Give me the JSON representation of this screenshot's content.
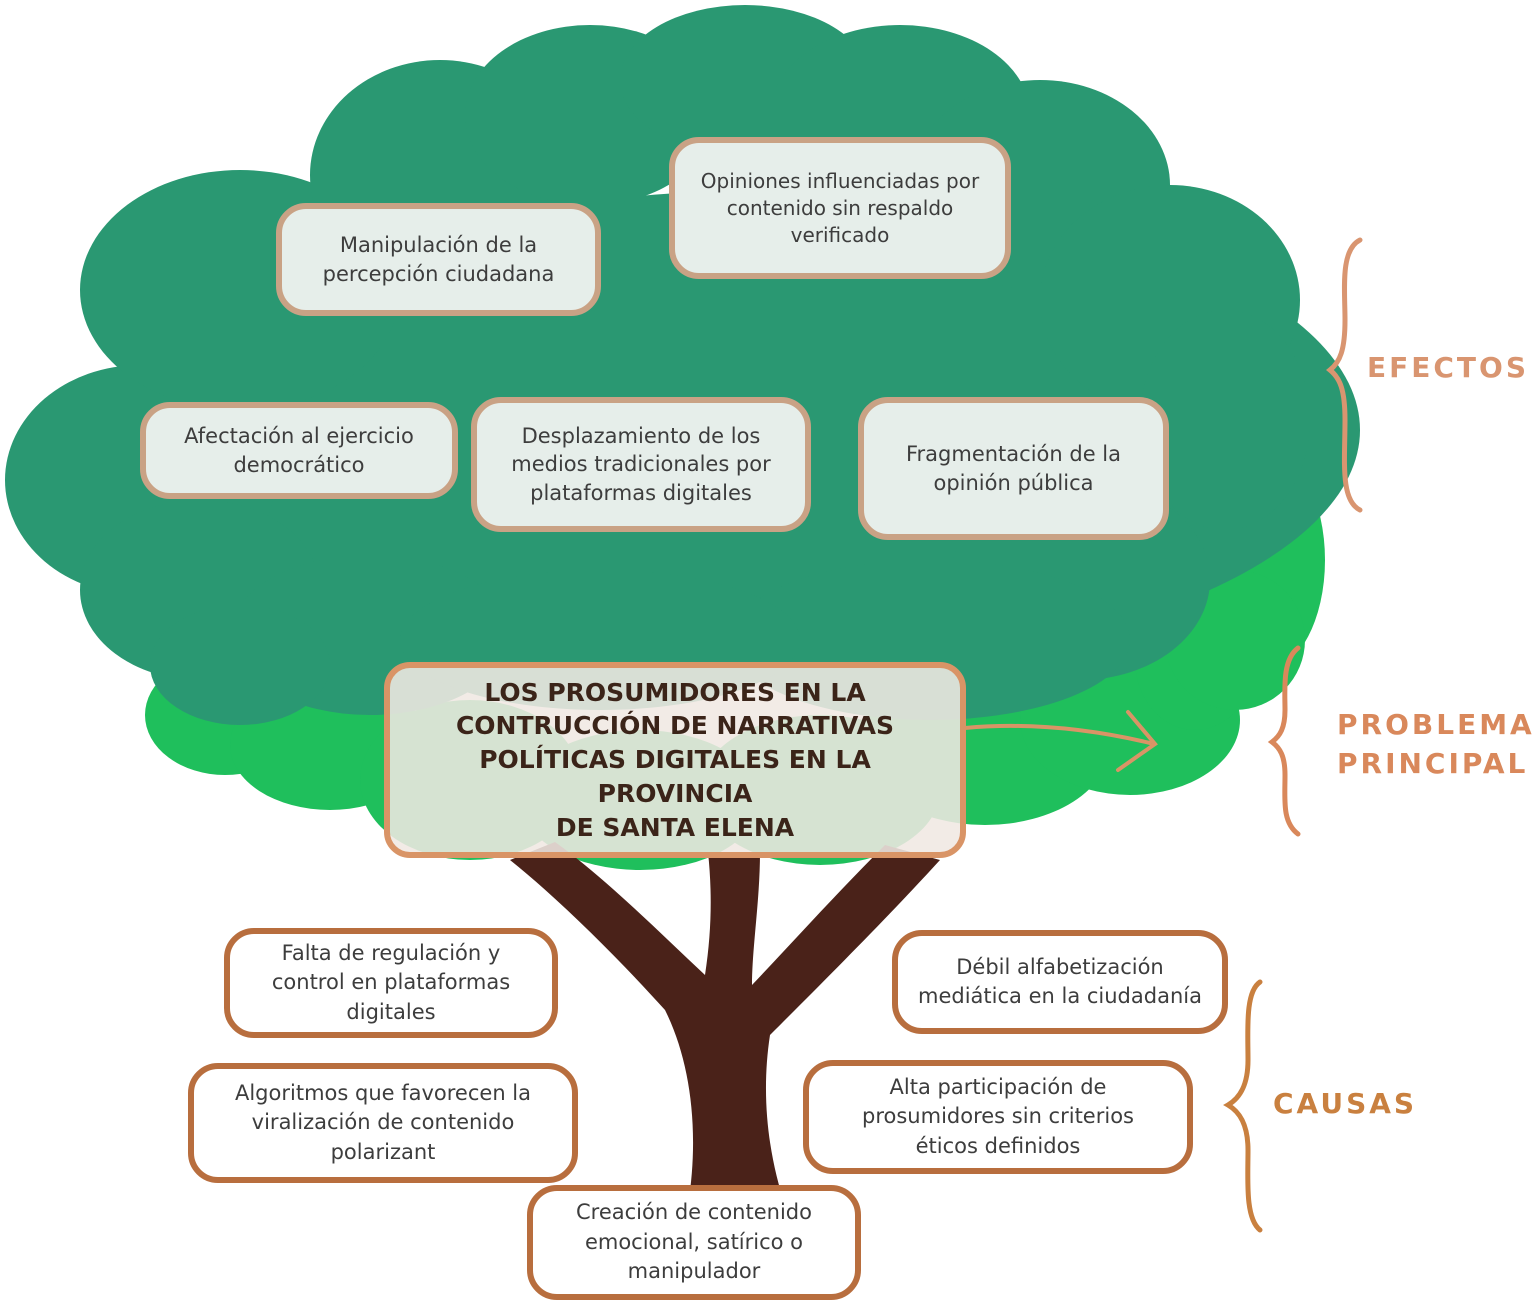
{
  "colors": {
    "canopy_dark": "#2a9872",
    "canopy_light": "#1fbf5c",
    "trunk": "#4a2219",
    "effect_border": "#c9a285",
    "cause_border": "#b86e3e",
    "problem_border": "#d99466",
    "label_efectos": "#d99570",
    "label_problema": "#d9885b",
    "label_causas": "#c9803f"
  },
  "labels": {
    "efectos": "EFECTOS",
    "problema_1": "PROBLEMA",
    "problema_2": "PRINCIPAL",
    "causas": "CAUSAS"
  },
  "problem": {
    "line1": "LOS PROSUMIDORES EN LA",
    "line2": "CONTRUCCIÓN DE NARRATIVAS",
    "line3": "POLÍTICAS DIGITALES EN LA PROVINCIA",
    "line4": "DE SANTA ELENA"
  },
  "effects": [
    {
      "line1": "Manipulación de la",
      "line2": "percepción ciudadana",
      "line3": ""
    },
    {
      "line1": "Opiniones influenciadas por",
      "line2": "contenido sin respaldo",
      "line3": "verificado"
    },
    {
      "line1": "Afectación al ejercicio",
      "line2": "democrático",
      "line3": ""
    },
    {
      "line1": "Desplazamiento de los",
      "line2": "medios tradicionales por",
      "line3": "plataformas digitales"
    },
    {
      "line1": "Fragmentación de la",
      "line2": "opinión pública",
      "line3": ""
    }
  ],
  "causes": [
    {
      "line1": "Falta de regulación y",
      "line2": "control en plataformas",
      "line3": "digitales"
    },
    {
      "line1": "Algoritmos que favorecen la",
      "line2": "viralización de contenido",
      "line3": "polarizant"
    },
    {
      "line1": "Creación de contenido",
      "line2": "emocional, satírico o",
      "line3": "manipulador"
    },
    {
      "line1": "Débil alfabetización",
      "line2": "mediática en la ciudadanía",
      "line3": ""
    },
    {
      "line1": "Alta participación de",
      "line2": "prosumidores sin criterios",
      "line3": "éticos definidos"
    }
  ]
}
